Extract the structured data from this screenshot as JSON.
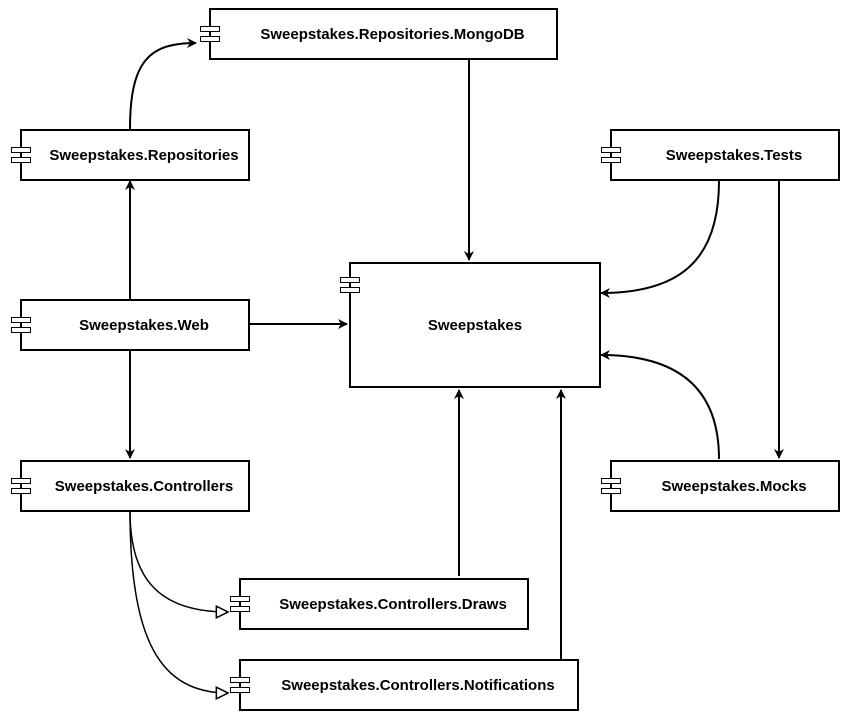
{
  "nodes": {
    "mongodb": "Sweepstakes.Repositories.MongoDB",
    "repositories": "Sweepstakes.Repositories",
    "web": "Sweepstakes.Web",
    "controllers": "Sweepstakes.Controllers",
    "draws": "Sweepstakes.Controllers.Draws",
    "notifications": "Sweepstakes.Controllers.Notifications",
    "core": "Sweepstakes",
    "tests": "Sweepstakes.Tests",
    "mocks": "Sweepstakes.Mocks"
  },
  "colors": {
    "stroke": "#000000",
    "fill": "#ffffff"
  }
}
